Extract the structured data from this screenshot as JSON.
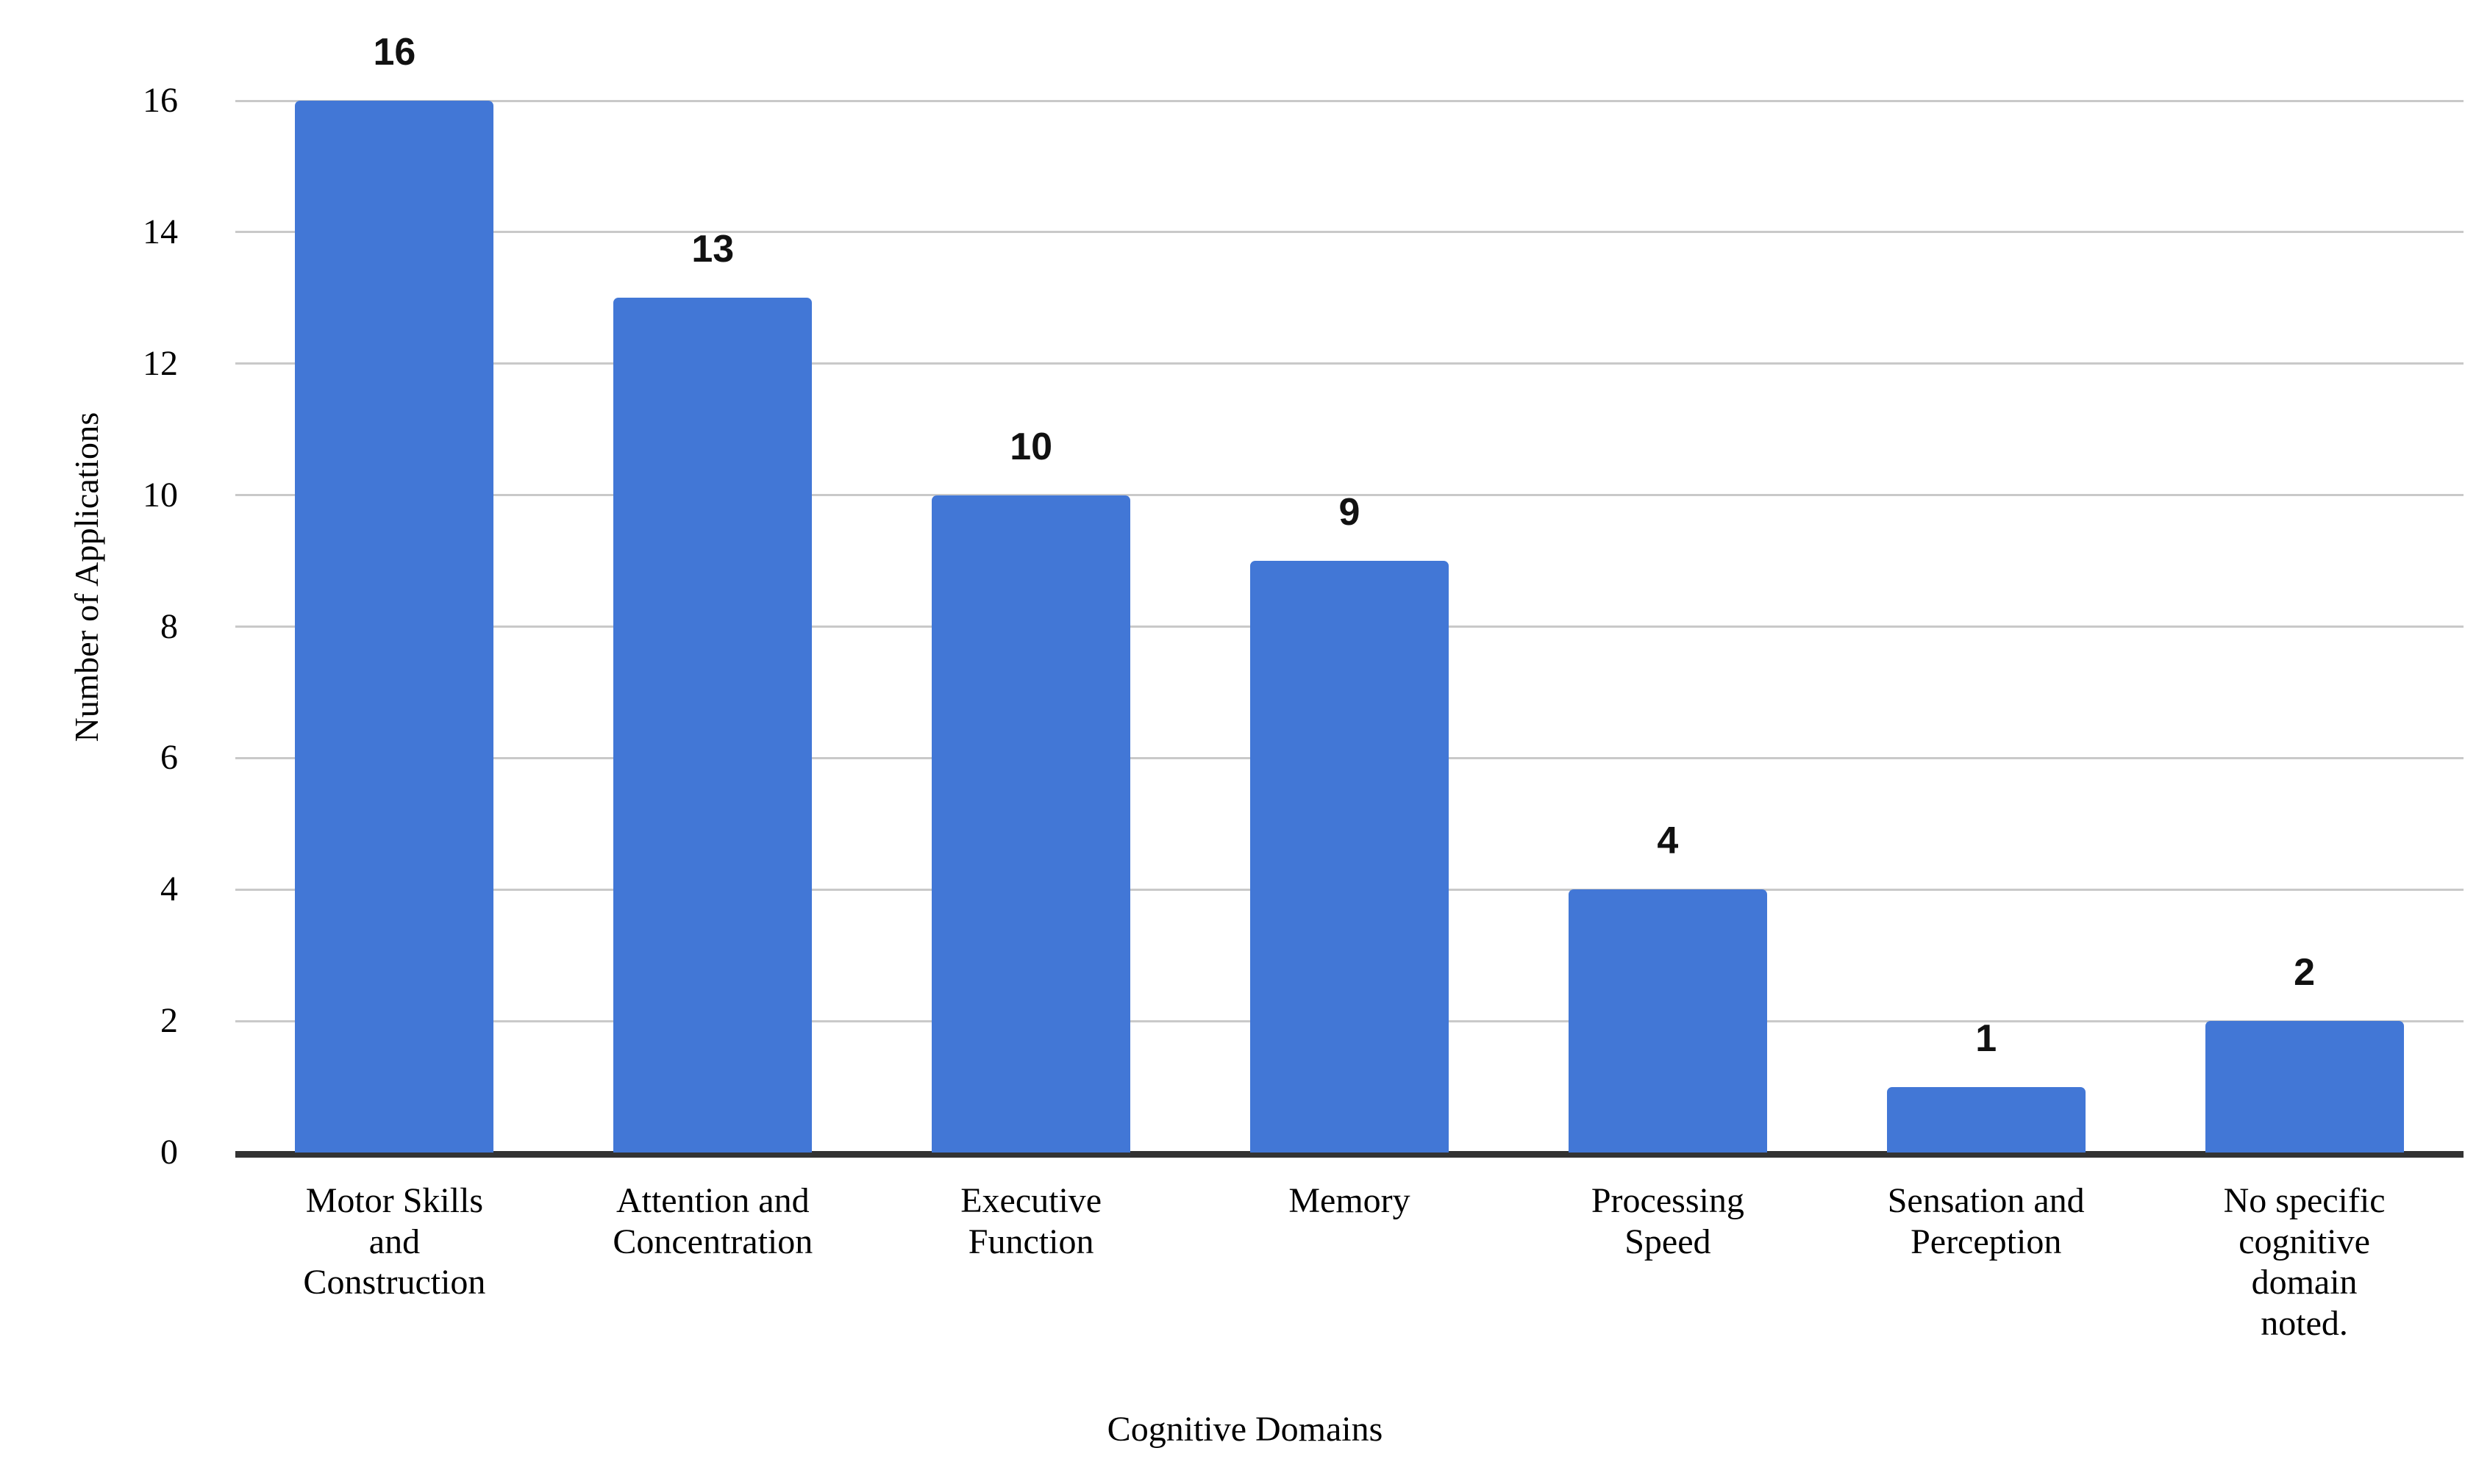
{
  "chart_data": {
    "type": "bar",
    "title": "",
    "xlabel": "Cognitive Domains",
    "ylabel": "Number of Applications",
    "categories": [
      "Motor Skills and Construction",
      "Attention and Concentration",
      "Executive Function",
      "Memory",
      "Processing Speed",
      "Sensation and Perception",
      "No specific cognitive domain noted."
    ],
    "category_lines": [
      [
        "Motor Skills",
        "and",
        "Construction"
      ],
      [
        "Attention and",
        "Concentration"
      ],
      [
        "Executive",
        "Function"
      ],
      [
        "Memory"
      ],
      [
        "Processing",
        "Speed"
      ],
      [
        "Sensation and",
        "Perception"
      ],
      [
        "No specific",
        "cognitive",
        "domain",
        "noted."
      ]
    ],
    "values": [
      16,
      13,
      10,
      9,
      4,
      1,
      2
    ],
    "value_labels": [
      "16",
      "13",
      "10",
      "9",
      "4",
      "1",
      "2"
    ],
    "ylim": [
      0,
      16
    ],
    "y_ticks": [
      0,
      2,
      4,
      6,
      8,
      10,
      12,
      14,
      16
    ],
    "y_tick_labels": [
      "0",
      "2",
      "4",
      "6",
      "8",
      "10",
      "12",
      "14",
      "16"
    ],
    "grid": true,
    "grid_axis": "y",
    "legend": "none",
    "bar_color": "#4277D6",
    "gridline_color": "#C9C9C9",
    "axis_line_color": "#333333",
    "background_color": "#FFFFFF",
    "label_color": "#000000"
  }
}
